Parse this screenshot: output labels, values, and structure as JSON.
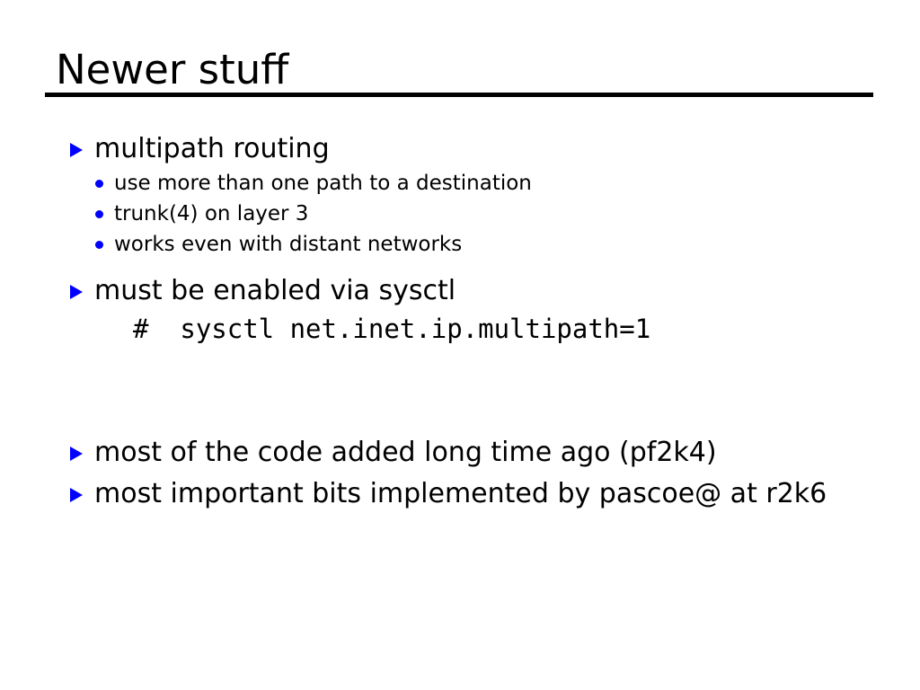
{
  "slide": {
    "title": "Newer stuff",
    "accent_color": "#0000ff",
    "text_color": "#000000",
    "background_color": "#ffffff",
    "rule_color": "#000000",
    "markers": {
      "level1": "triangle-right-icon",
      "level2": "round-dot-icon"
    },
    "blocks": [
      {
        "id": "multipath-routing",
        "bullet": "multipath routing",
        "sub_bullets": [
          "use more than one path to a destination",
          "trunk(4) on layer 3",
          "works even with distant networks"
        ]
      },
      {
        "id": "sysctl",
        "bullet": "must be enabled via sysctl",
        "code": "#  sysctl net.inet.ip.multipath=1"
      },
      {
        "id": "history-pf2k4",
        "bullet": "most of the code added long time ago (pf2k4)"
      },
      {
        "id": "history-r2k6",
        "bullet": "most important bits implemented by pascoe@ at r2k6"
      }
    ]
  }
}
